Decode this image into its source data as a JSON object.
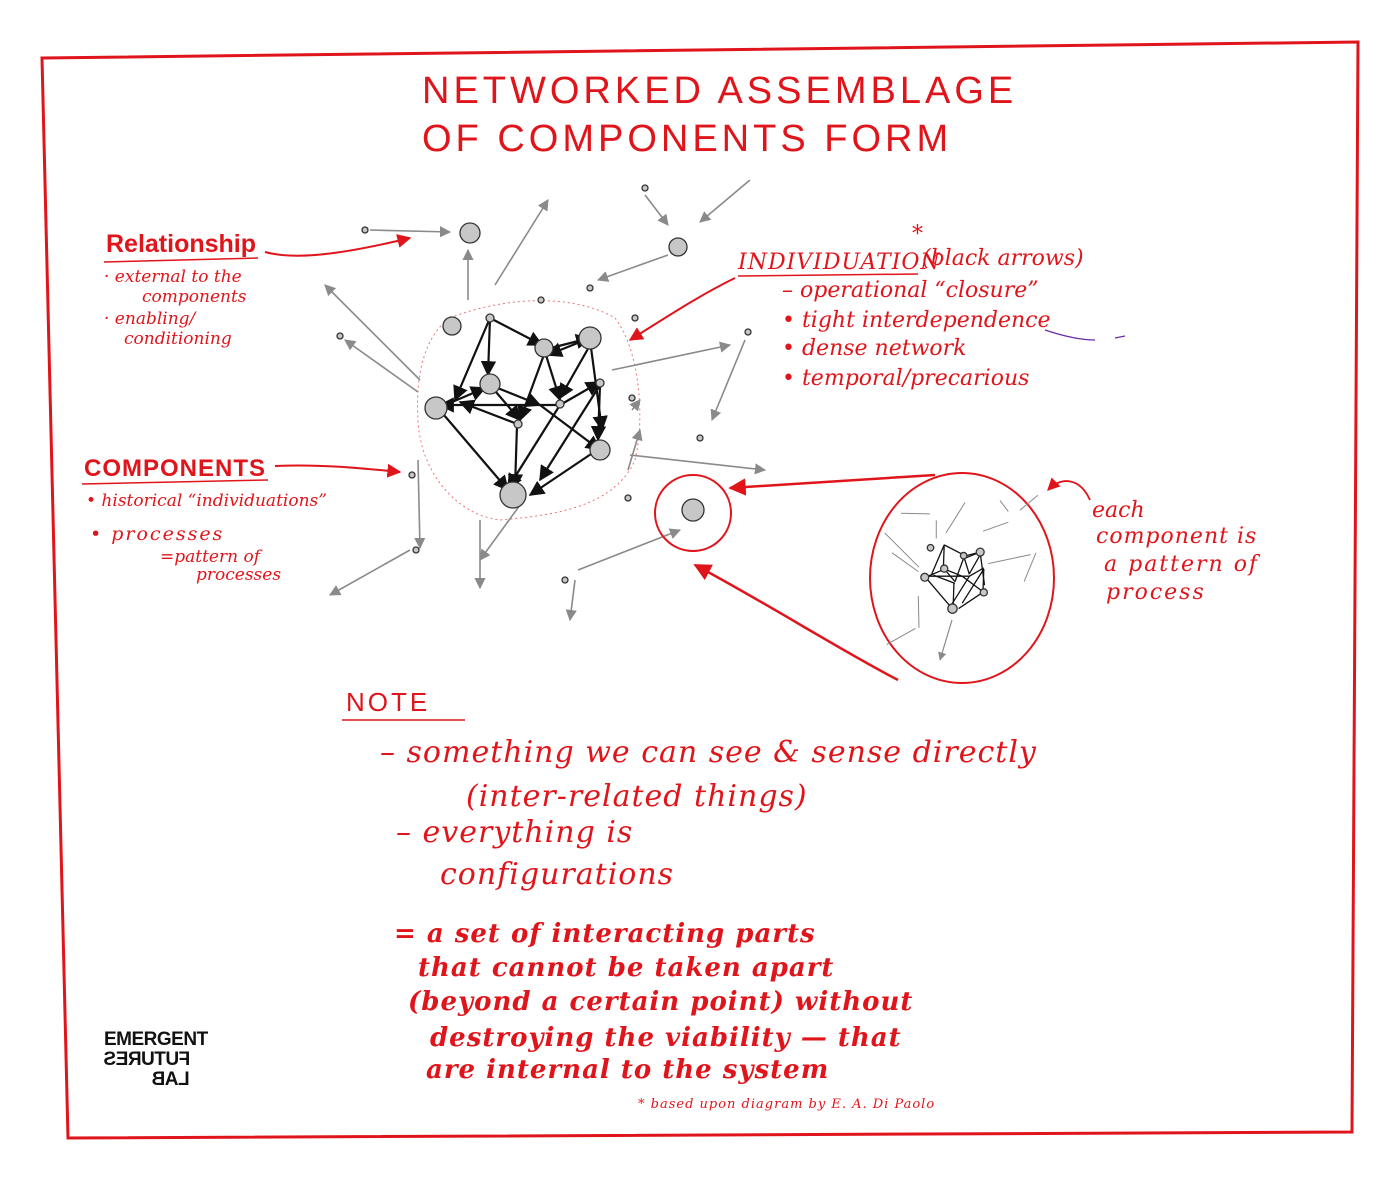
{
  "title": {
    "line1": "NETWORKED ASSEMBLAGE",
    "line2": "OF COMPONENTS FORM"
  },
  "relationship": {
    "heading": "Relationship",
    "items": [
      "· external to the",
      "components",
      "· enabling/",
      "conditioning"
    ]
  },
  "individuation": {
    "asterisk": "*",
    "heading": "INDIVIDUATION",
    "note": "(black arrows)",
    "items": [
      "– operational “closure”",
      "• tight interdependence",
      "• dense network",
      "• temporal/precarious"
    ]
  },
  "components": {
    "heading": "COMPONENTS",
    "items": [
      "• historical “individuations”",
      "• processes",
      "=pattern of",
      "processes"
    ]
  },
  "each_component": {
    "lines": [
      "each",
      "component is",
      "a pattern of",
      "process"
    ]
  },
  "note": {
    "heading": "NOTE",
    "lines": [
      "– something we can see & sense directly",
      "(inter-related things)",
      "– everything is",
      "configurations"
    ],
    "definition": [
      "= a set of interacting parts",
      "that cannot be taken apart",
      "(beyond a certain point) without",
      "destroying the viability — that",
      "are internal to the system"
    ]
  },
  "credit": "* based upon diagram by E. A. Di Paolo",
  "logo": {
    "line1": "EMERGENT",
    "line2": "FUTURES",
    "line3": "LAB"
  },
  "colors": {
    "ink_red": "#e0151b",
    "node_fill": "#c7c7c7",
    "black_arrow": "#111111",
    "gray_arrow": "#8a8a8a"
  }
}
